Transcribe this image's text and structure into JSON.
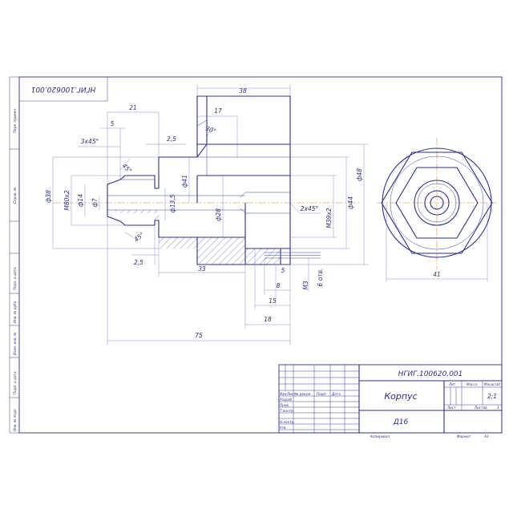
{
  "drawing": {
    "code": "НГИГ.100620.001",
    "code_rotated": "НГИГ.100620.001",
    "part_name": "Корпус",
    "material": "Д16",
    "scale": "2:1",
    "stage": "",
    "sheet_label": "Лист",
    "sheets_label": "Листов",
    "sheets_count": "1",
    "copied": "Копировал",
    "format_label": "Формат",
    "format": "А3",
    "mass_header": "Масса",
    "scale_header": "Масштаб",
    "lit_header": "Лит"
  },
  "stamp_rows": {
    "headers": [
      "Изм",
      "Лист",
      "№ докум.",
      "Подп.",
      "Дата"
    ],
    "roles": [
      "Разраб.",
      "Пров.",
      "Т.контр.",
      "",
      "Н.контр.",
      "Утв."
    ]
  },
  "side_columns": [
    "Перв. примен.",
    "Справ. №",
    "Подп. и дата",
    "Инв. № дубл.",
    "Взам. инв. №",
    "Подп. и дата",
    "Инв. № подл."
  ],
  "dimensions": {
    "d38_top": "38",
    "d21": "21",
    "d17": "17",
    "d5_top": "5",
    "chamfer_3x45": "3x45°",
    "d25_top": "2,5",
    "angle_30": "30°",
    "angle_45_a": "45°",
    "angle_45_b": "45°",
    "dia_38": "ф38",
    "m80": "М80х2",
    "dia_14": "ф14",
    "dia_7": "ф7",
    "dia_135": "ф13,5",
    "dia_41_vert": "ф41",
    "dia_28": "ф28",
    "chamfer_2x45": "2х45°",
    "m39": "М39х2",
    "dia_44": "ф44",
    "dia_48": "ф48",
    "m3": "М3",
    "holes": "6 отв.",
    "d25_bottom": "2,5",
    "d33": "33",
    "d5_bottom": "5",
    "d8": "8",
    "d15": "15",
    "d18": "18",
    "d75": "75",
    "d41_side": "41"
  }
}
